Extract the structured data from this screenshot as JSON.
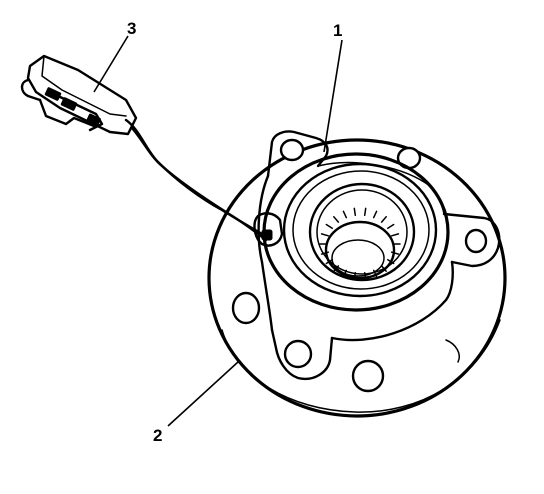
{
  "callouts": {
    "hub_bearing": {
      "number": "1"
    },
    "wheel_flange": {
      "number": "2"
    },
    "sensor_connector": {
      "number": "3"
    }
  },
  "colors": {
    "ink": "#000000",
    "paper": "#ffffff"
  }
}
